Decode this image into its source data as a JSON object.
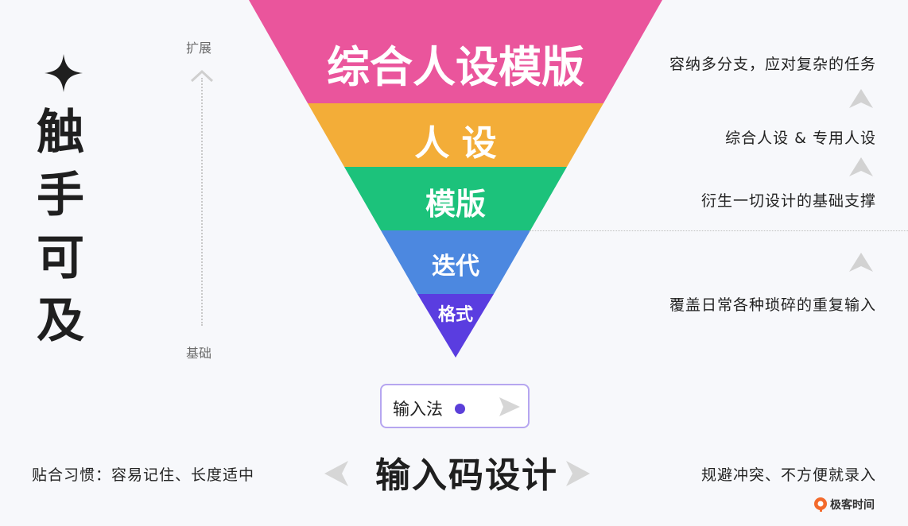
{
  "side_title": [
    "触",
    "手",
    "可",
    "及"
  ],
  "scale": {
    "top_label": "扩展",
    "bottom_label": "基础"
  },
  "funnel": {
    "layers": [
      {
        "label": "综合人设模版",
        "color": "#ea559c"
      },
      {
        "label": "人 设",
        "color": "#f3ad38"
      },
      {
        "label": "模版",
        "color": "#1cc27b"
      },
      {
        "label": "迭代",
        "color": "#4c88e0"
      },
      {
        "label": "格式",
        "color": "#5a3de0"
      }
    ]
  },
  "notes": {
    "n1": "容纳多分支，应对复杂的任务",
    "n2": "综合人设 & 专用人设",
    "n3": "衍生一切设计的基础支撑",
    "n4": "覆盖日常各种琐碎的重复输入"
  },
  "ime": {
    "label": "输入法"
  },
  "bottom": {
    "left": "贴合习惯：容易记住、长度适中",
    "title": "输入码设计",
    "right": "规避冲突、不方便就录入"
  },
  "logo": {
    "text": "极客时间"
  }
}
